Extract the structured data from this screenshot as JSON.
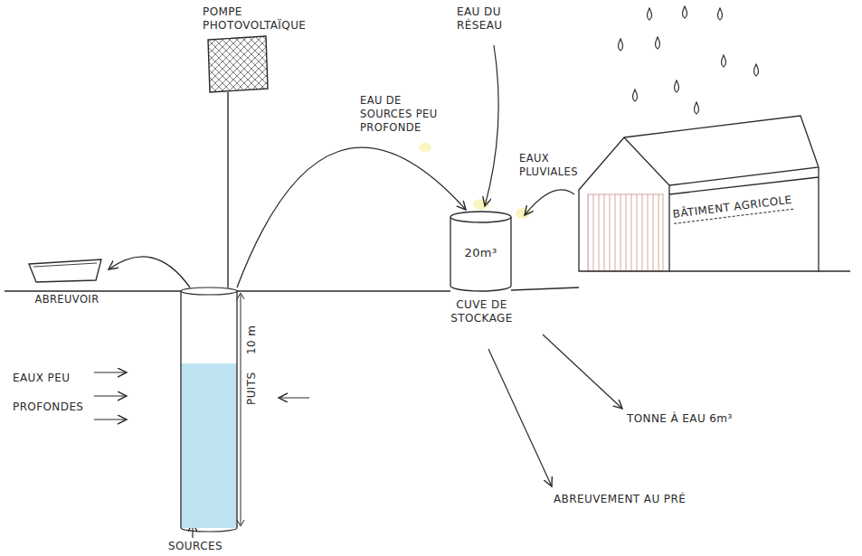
{
  "diagram": {
    "nodes": [
      {
        "text": [
          "POMPE PHOTOVOLTAÏQUE"
        ]
      },
      {
        "text": [
          "ABREUVOIR"
        ]
      },
      {
        "text": [
          "10 m",
          "PUITS"
        ]
      },
      {
        "text": [
          "20m³",
          "CUVE DE STOCKAGE"
        ]
      },
      {
        "text": [
          "BÂTIMENT AGRICOLE"
        ]
      }
    ],
    "edges": [
      {
        "from": 2,
        "to": 1,
        "arrow": "to"
      },
      {
        "from": 2,
        "to": 3,
        "label": "EAU DE SOURCES PEU PROFONDE",
        "arrow": "to"
      },
      {
        "from": 4,
        "to": 3,
        "label": "EAUX PLUVIALES",
        "arrow": "to"
      }
    ],
    "labels": [
      "EAU DU RÉSEAU",
      "TONNE À EAU 6m³",
      "ABREUVEMENT AU PRÉ",
      "EAUX PEU PROFONDES",
      "SOURCES"
    ]
  }
}
